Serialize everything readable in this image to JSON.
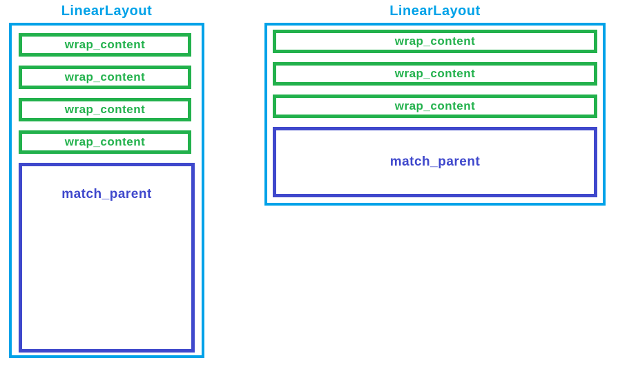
{
  "colors": {
    "outline_cyan": "#00A2E8",
    "wrap_green": "#22B14C",
    "match_indigo": "#3F48CC",
    "background": "#FFFFFF"
  },
  "diagrams": [
    {
      "title": "LinearLayout",
      "orientation": "vertical",
      "children": [
        {
          "label": "wrap_content"
        },
        {
          "label": "wrap_content"
        },
        {
          "label": "wrap_content"
        },
        {
          "label": "wrap_content"
        },
        {
          "label": "match_parent"
        }
      ]
    },
    {
      "title": "LinearLayout",
      "orientation": "vertical",
      "children": [
        {
          "label": "wrap_content"
        },
        {
          "label": "wrap_content"
        },
        {
          "label": "wrap_content"
        },
        {
          "label": "match_parent"
        }
      ]
    }
  ]
}
